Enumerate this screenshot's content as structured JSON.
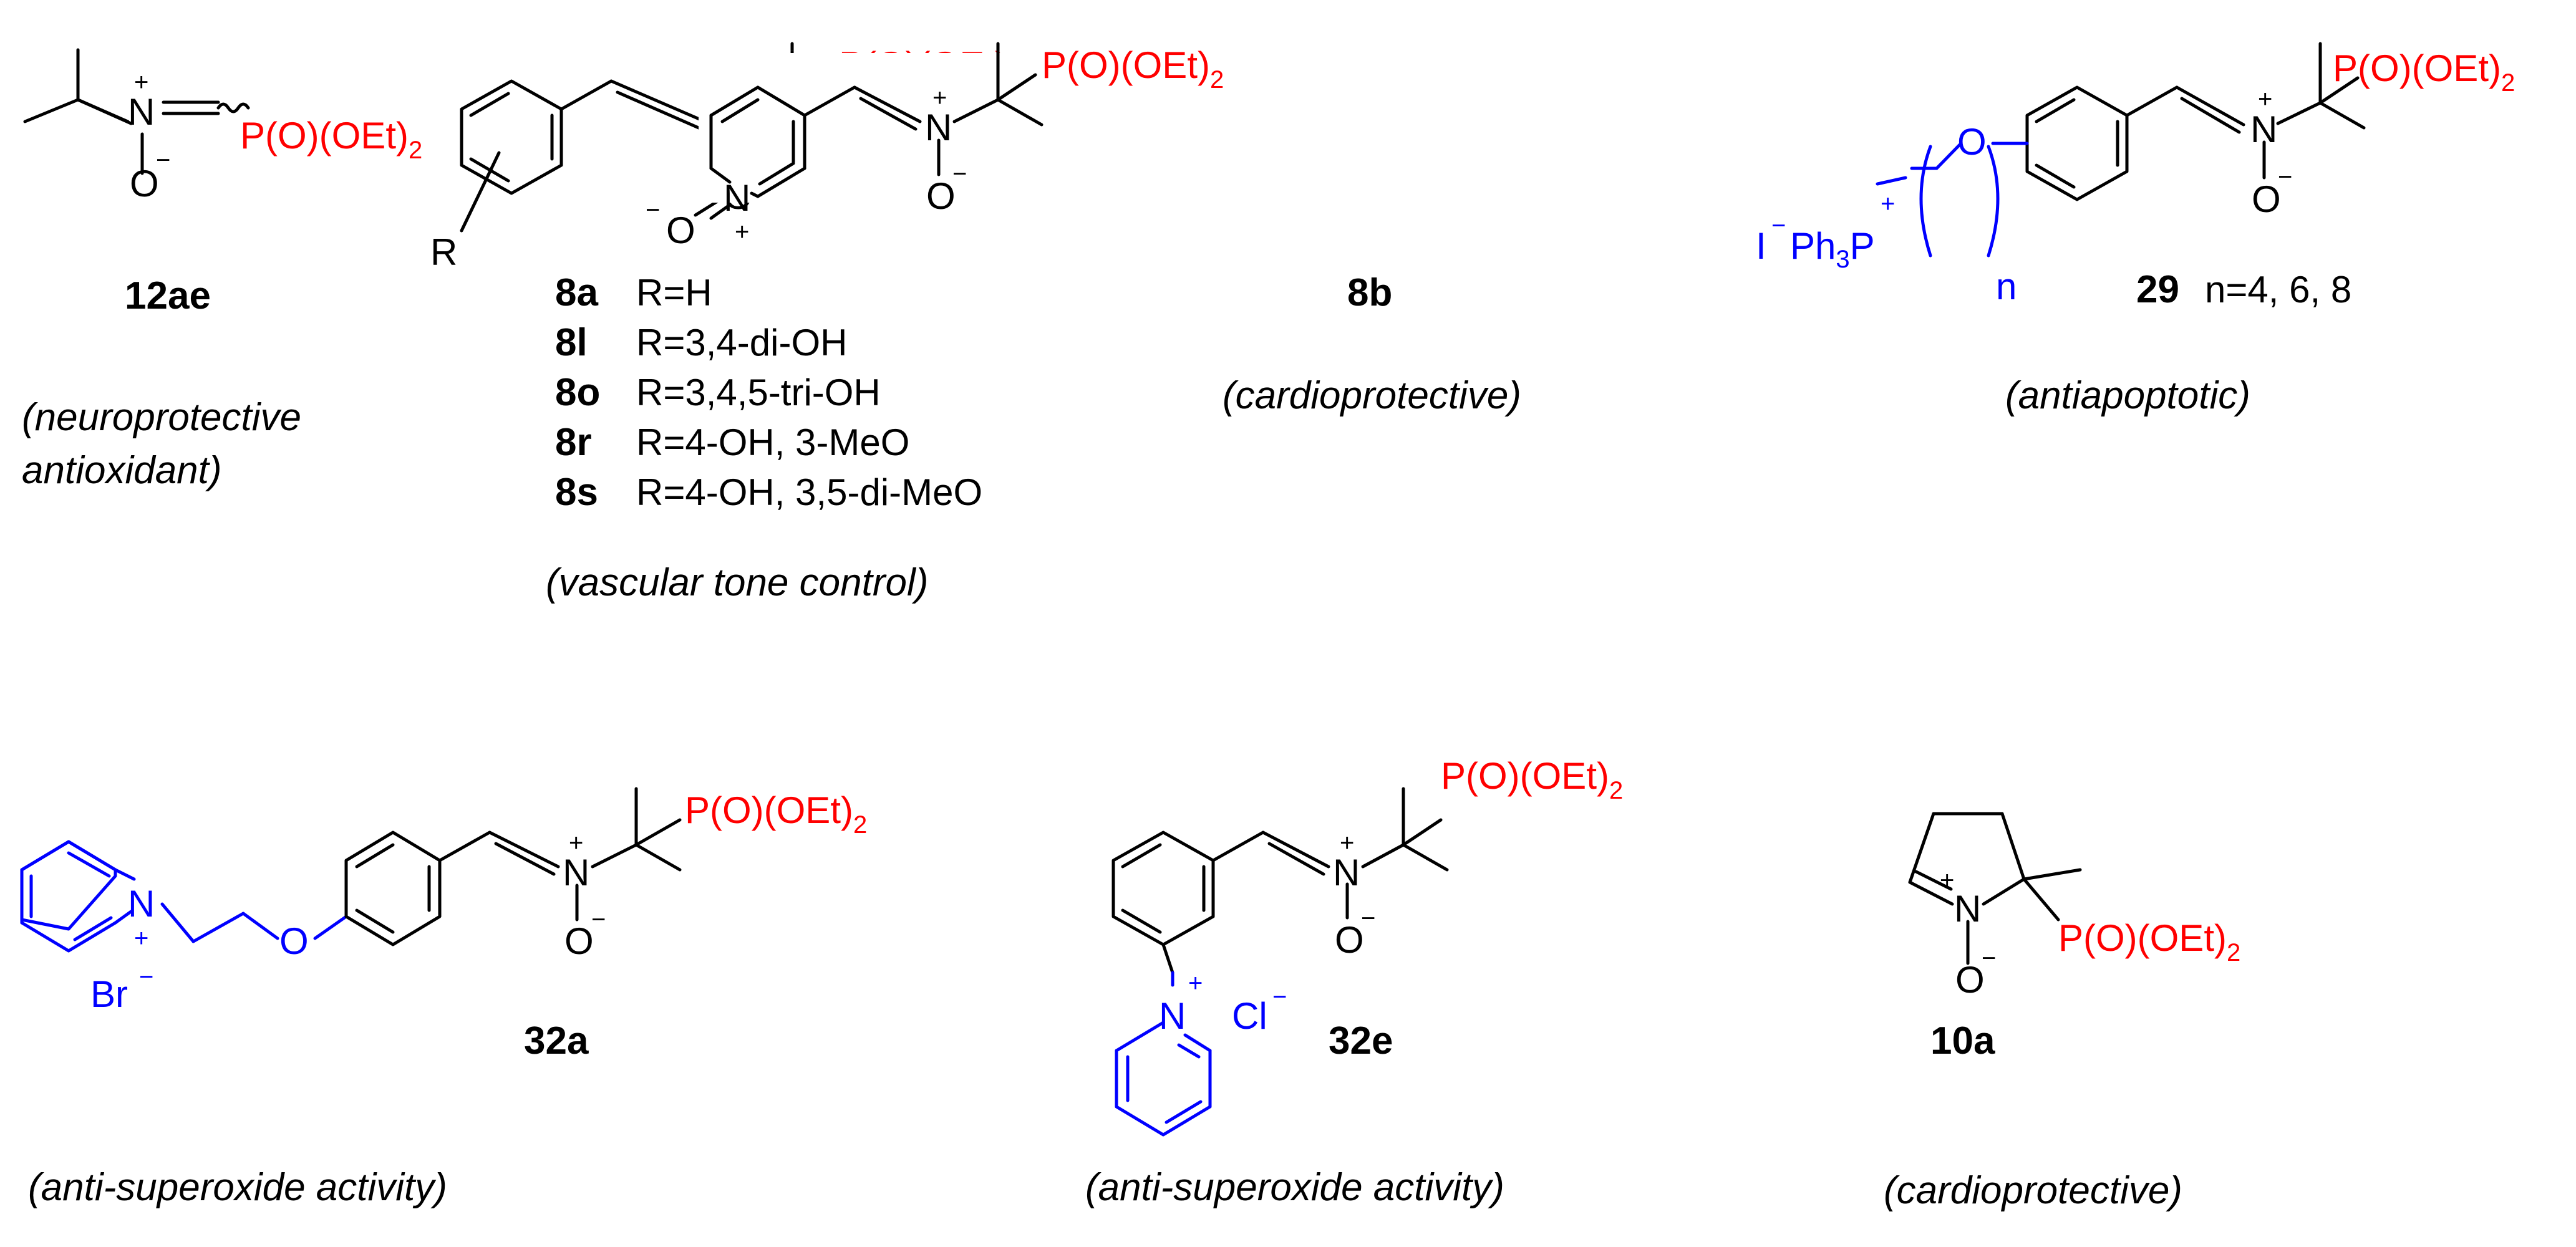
{
  "labels": {
    "n_plus": "N",
    "o_minus": "O",
    "plus": "+",
    "minus": "−",
    "p_group": "P(O)(OEt)",
    "sub2": "2",
    "r": "R",
    "o": "O",
    "n": "n",
    "iodide": "I",
    "ph3p": "Ph",
    "sub3": "3",
    "p": "P",
    "bromide": "Br",
    "chloride": "Cl"
  },
  "compounds": {
    "c12ae": {
      "id": "12ae",
      "activity_1": "(neuroprotective",
      "activity_2": "antioxidant)"
    },
    "c8": {
      "activity": "(vascular tone control)",
      "variants": [
        {
          "id": "8a",
          "r": "R=H"
        },
        {
          "id": "8l",
          "r": "R=3,4-di-OH"
        },
        {
          "id": "8o",
          "r": "R=3,4,5-tri-OH"
        },
        {
          "id": "8r",
          "r": "R=4-OH, 3-MeO"
        },
        {
          "id": "8s",
          "r": "R=4-OH, 3,5-di-MeO"
        }
      ]
    },
    "c8b": {
      "id": "8b",
      "activity": "(cardioprotective)"
    },
    "c29": {
      "id": "29",
      "n_values": "n=4, 6, 8",
      "activity": "(antiapoptotic)"
    },
    "c32a": {
      "id": "32a",
      "activity": "(anti-superoxide activity)"
    },
    "c32e": {
      "id": "32e",
      "activity": "(anti-superoxide activity)"
    },
    "c10a": {
      "id": "10a",
      "activity": "(cardioprotective)"
    }
  },
  "colors": {
    "bond": "#000000",
    "substituent": "#ff0000",
    "cation": "#0000ff"
  }
}
